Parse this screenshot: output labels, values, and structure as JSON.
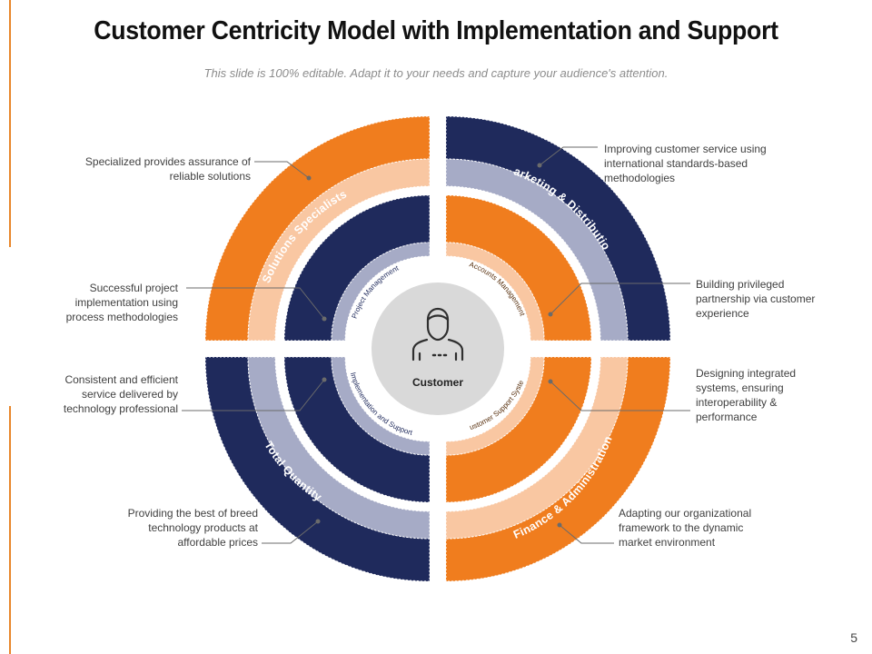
{
  "title": "Customer Centricity Model with Implementation and Support",
  "subtitle": "This slide is 100% editable. Adapt it to your needs and capture your audience's attention.",
  "page_number": "5",
  "center_label": "Customer",
  "colors": {
    "navy": "#1F2A5C",
    "orange": "#F07D1E",
    "light_orange": "#F9C7A2",
    "light_navy": "#A6ABC6",
    "center": "#D9D9D9",
    "accent": "#E8862A"
  },
  "quadrants": [
    {
      "outer": "Solutions Specialists",
      "inner": "Project Management"
    },
    {
      "outer": "Marketing & Distribution",
      "inner": "Accounts Management"
    },
    {
      "outer": "Finance & Administration",
      "inner": "Customer Support System"
    },
    {
      "outer": "Total Quantity",
      "inner": "Implementation and Support"
    }
  ],
  "notes": {
    "tl_outer": "Specialized provides assurance of reliable solutions",
    "tl_inner": "Successful project implementation using process methodologies",
    "tr_outer": "Improving customer service using international standards-based methodologies",
    "tr_inner": "Building privileged partnership via customer experience",
    "br_inner": "Designing integrated systems, ensuring interoperability & performance",
    "br_outer": "Adapting our organizational framework to the dynamic market environment",
    "bl_inner": "Consistent and efficient service delivered by technology professional",
    "bl_outer": "Providing the best of breed technology products at affordable prices"
  }
}
